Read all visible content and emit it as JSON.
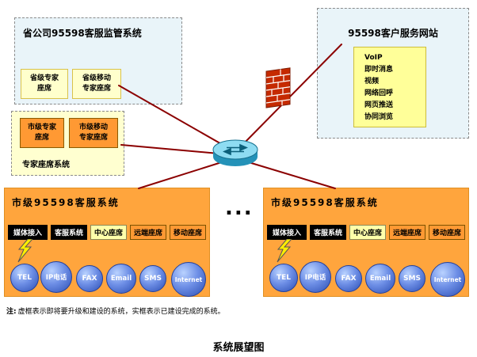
{
  "colors": {
    "connection_line": "#8b0000",
    "city_panel": "#ffa53d",
    "module_orange": "#ff9933",
    "module_yellow": "#ffffaa",
    "panel_blue": "#e9f4f9",
    "panel_yellow": "#ffffd0",
    "channel_blue": "#2b4db2"
  },
  "provincial_system": {
    "title": "省公司95598客服监管系统",
    "seats": [
      {
        "label": "省级专家\n座席"
      },
      {
        "label": "省级移动\n专家座席"
      }
    ]
  },
  "expert_system": {
    "label": "专家座席系统",
    "seats": [
      {
        "label": "市级专家\n座席"
      },
      {
        "label": "市级移动\n专家座席"
      }
    ]
  },
  "website": {
    "title": "95598客户服务网站",
    "services": [
      "VoIP",
      "即时消息",
      "视频",
      "网络回呼",
      "网页推送",
      "协同浏览"
    ]
  },
  "city_system": {
    "title": "市级95598客服系统",
    "modules": [
      {
        "label": "媒体接入"
      },
      {
        "label": "客服系统"
      },
      {
        "label": "中心座席"
      },
      {
        "label": "远端座席"
      },
      {
        "label": "移动座席"
      }
    ],
    "channels": [
      {
        "label": "TEL"
      },
      {
        "label": "IP电话"
      },
      {
        "label": "FAX"
      },
      {
        "label": "Email"
      },
      {
        "label": "SMS"
      },
      {
        "label": "Internet"
      }
    ]
  },
  "ellipsis": "...",
  "note": {
    "prefix": "注:",
    "text": "虚框表示即将要升级和建设的系统，实框表示已建设完成的系统。"
  },
  "caption": "系统展望图"
}
